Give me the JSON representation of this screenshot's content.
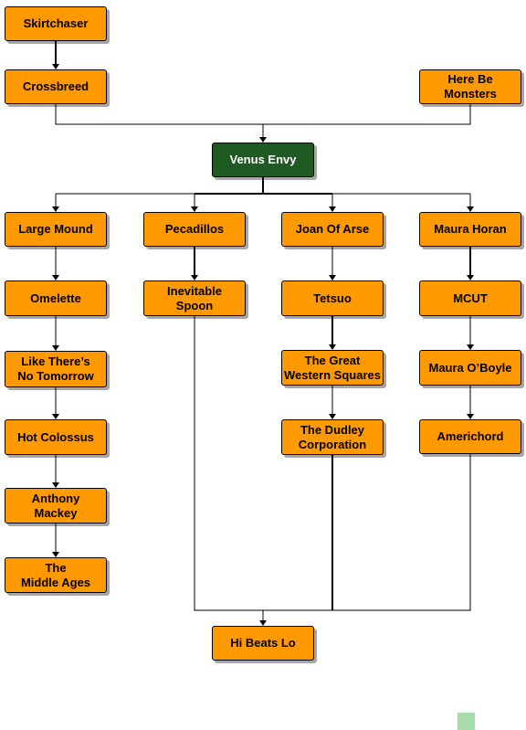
{
  "colors": {
    "node_fill": "#ff9900",
    "root_fill": "#1f5a23",
    "root_text": "#ffffff",
    "line": "#000000",
    "swatch": "#a8dcac"
  },
  "nodes": {
    "skirtchaser": "Skirtchaser",
    "crossbreed": "Crossbreed",
    "here_be_monsters": "Here Be\nMonsters",
    "venus_envy": "Venus Envy",
    "large_mound": "Large Mound",
    "pecadillos": "Pecadillos",
    "joan_of_arse": "Joan Of Arse",
    "maura_horan": "Maura Horan",
    "omelette": "Omelette",
    "inevitable_spoon": "Inevitable\nSpoon",
    "tetsuo": "Tetsuo",
    "mcut": "MCUT",
    "like_theres_no_tomorrow": "Like There’s\nNo Tomorrow",
    "great_western_squares": "The Great\nWestern Squares",
    "maura_oboyle": "Maura O’Boyle",
    "hot_colossus": "Hot Colossus",
    "dudley_corporation": "The Dudley\nCorporation",
    "americhord": "Americhord",
    "anthony_mackey": "Anthony\nMackey",
    "the_middle_ages": "The\nMiddle Ages",
    "hi_beats_lo": "Hi Beats Lo"
  }
}
